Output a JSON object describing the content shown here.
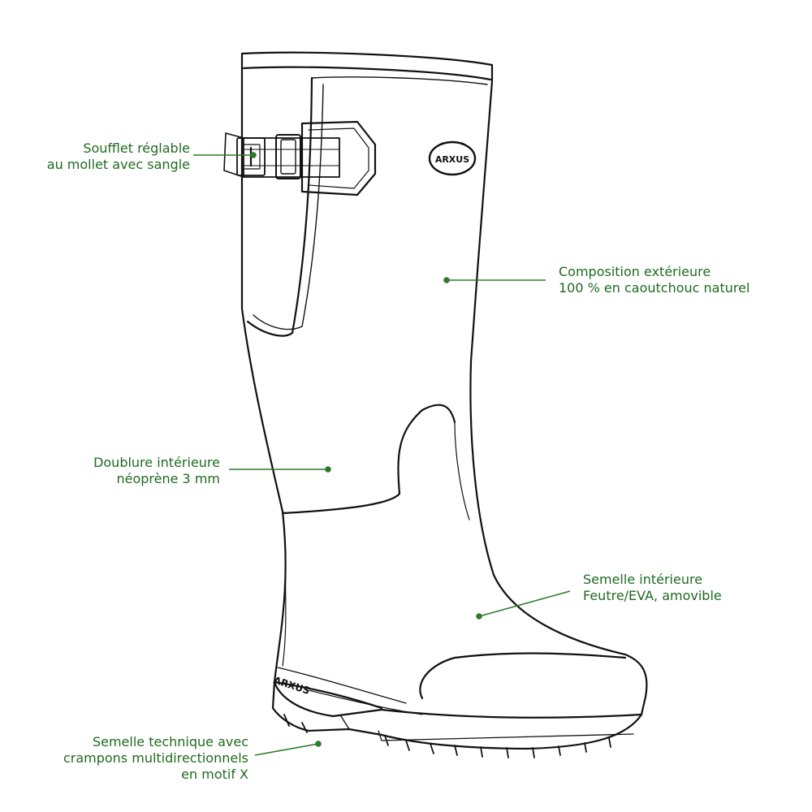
{
  "brand": {
    "badge_logo": "ARXUS",
    "sole_logo": "ARXUS"
  },
  "callouts": {
    "soufflet": {
      "line1": "Soufflet réglable",
      "line2": "au mollet avec sangle"
    },
    "composition": {
      "line1": "Composition extérieure",
      "line2": "100 % en caoutchouc naturel"
    },
    "doublure": {
      "line1": "Doublure intérieure",
      "line2": "néoprène 3 mm"
    },
    "semelle_interieure": {
      "line1": "Semelle intérieure",
      "line2": "Feutre/EVA, amovible"
    },
    "semelle_technique": {
      "line1": "Semelle technique avec",
      "line2": "crampons multidirectionnels",
      "line3": "en motif X"
    }
  },
  "colors": {
    "callout_text": "#1f6b1f",
    "leader_line": "#2d7a2d",
    "outline": "#111111",
    "background": "#ffffff"
  }
}
